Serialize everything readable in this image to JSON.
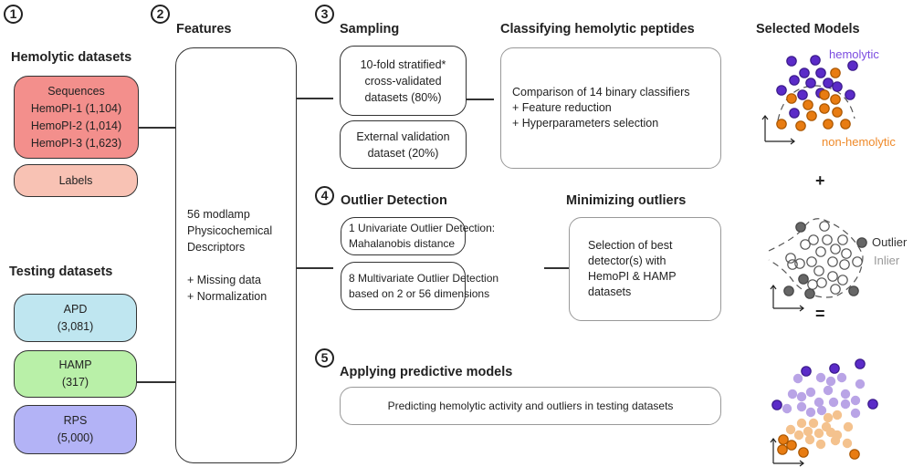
{
  "steps": [
    "1",
    "2",
    "3",
    "4",
    "5"
  ],
  "hemolytic": {
    "title": "Hemolytic datasets",
    "sequences_label": "Sequences",
    "datasets": [
      "HemoPI-1 (1,104)",
      "HemoPI-2 (1,014)",
      "HemoPI-3 (1,623)"
    ],
    "labels_label": "Labels"
  },
  "testing": {
    "title": "Testing datasets",
    "datasets": [
      {
        "name": "APD",
        "count": "(3,081)",
        "color": "#bfe6f0"
      },
      {
        "name": "HAMP",
        "count": "(317)",
        "color": "#b9f0a8"
      },
      {
        "name": "RPS",
        "count": "(5,000)",
        "color": "#b3b3f6"
      }
    ]
  },
  "features": {
    "title": "Features",
    "lines": [
      "56 modlamp",
      "Physicochemical",
      "Descriptors"
    ],
    "extras": [
      "+ Missing data",
      "+ Normalization"
    ]
  },
  "sampling": {
    "title": "Sampling",
    "box1": [
      "10-fold stratified*",
      "cross-validated",
      "datasets (80%)"
    ],
    "box2": [
      "External validation",
      "dataset (20%)"
    ]
  },
  "classifying": {
    "title": "Classifying hemolytic peptides",
    "lines": [
      "Comparison of 14 binary classifiers",
      "+ Feature reduction",
      "+ Hyperparameters selection"
    ]
  },
  "outlier": {
    "title": "Outlier Detection",
    "box1": [
      "1 Univariate Outlier Detection:",
      "Mahalanobis distance"
    ],
    "box2": [
      "8 Multivariate Outlier Detection",
      "based on 2 or 56 dimensions"
    ]
  },
  "minimizing": {
    "title": "Minimizing outliers",
    "lines": [
      "Selection of best",
      "detector(s) with",
      "HemoPI & HAMP",
      "datasets"
    ]
  },
  "applying": {
    "title": "Applying predictive models",
    "text": "Predicting hemolytic activity and outliers in testing datasets"
  },
  "selected": {
    "title": "Selected Models",
    "hemolytic_label": "hemolytic",
    "nonhemolytic_label": "non-hemolytic",
    "plus": "+",
    "outlier_label": "Outlier",
    "inlier_label": "Inlier",
    "equals": "="
  },
  "colors": {
    "sequences": "#f38f8c",
    "labels": "#f8c2b4",
    "purple": "#5b2bc8",
    "orange": "#e87c12",
    "light_purple": "#b9a4e6",
    "light_orange": "#f4c28e",
    "gray": "#666666"
  }
}
